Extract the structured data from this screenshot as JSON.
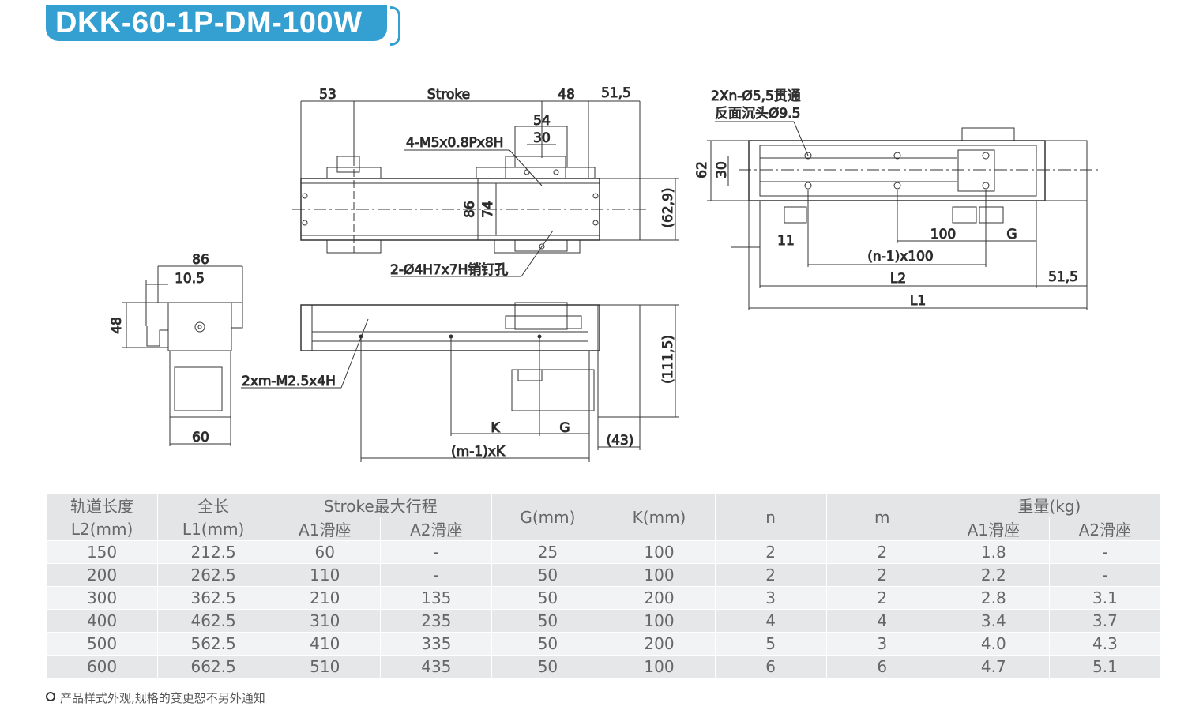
{
  "title": "DKK-60-1P-DM-100W",
  "drawing": {
    "top_view": {
      "d53": "53",
      "stroke": "Stroke",
      "d48": "48",
      "d51_5": "51,5",
      "d54": "54",
      "d30": "30",
      "thread": "4-M5x0.8Px8H",
      "d86": "86",
      "d74": "74",
      "d62_9": "(62,9)",
      "pin": "2-Ø4H7x7H销钉孔"
    },
    "end_view": {
      "d86": "86",
      "d10_5": "10.5",
      "d48": "48",
      "d60": "60"
    },
    "front_view": {
      "thread": "2xm-M2.5x4H",
      "d111_5": "(111,5)",
      "k": "K",
      "g": "G",
      "d43": "(43)",
      "mk": "(m-1)xK"
    },
    "bottom_view": {
      "holes": "2Xn-Ø5,5贯通",
      "counterbore": "反面沉头Ø9.5",
      "d62": "62",
      "d30": "30",
      "d100": "100",
      "g": "G",
      "d11": "11",
      "n100": "(n-1)x100",
      "l2": "L2",
      "d51_5": "51,5",
      "l1": "L1"
    }
  },
  "table": {
    "header": {
      "l2_top": "轨道长度",
      "l2_bottom": "L2(mm)",
      "l1_top": "全长",
      "l1_bottom": "L1(mm)",
      "stroke": "Stroke最大行程",
      "a1": "A1滑座",
      "a2": "A2滑座",
      "g": "G(mm)",
      "k": "K(mm)",
      "n": "n",
      "m": "m",
      "weight": "重量(kg)",
      "wa1": "A1滑座",
      "wa2": "A2滑座"
    },
    "rows": [
      [
        "150",
        "212.5",
        "60",
        "-",
        "25",
        "100",
        "2",
        "2",
        "1.8",
        "-"
      ],
      [
        "200",
        "262.5",
        "110",
        "-",
        "50",
        "100",
        "2",
        "2",
        "2.2",
        "-"
      ],
      [
        "300",
        "362.5",
        "210",
        "135",
        "50",
        "200",
        "3",
        "2",
        "2.8",
        "3.1"
      ],
      [
        "400",
        "462.5",
        "310",
        "235",
        "50",
        "100",
        "4",
        "4",
        "3.4",
        "3.7"
      ],
      [
        "500",
        "562.5",
        "410",
        "335",
        "50",
        "200",
        "5",
        "3",
        "4.0",
        "4.3"
      ],
      [
        "600",
        "662.5",
        "510",
        "435",
        "50",
        "100",
        "6",
        "6",
        "4.7",
        "5.1"
      ]
    ]
  },
  "note": "产品样式外观,规格的变更恕不另外通知",
  "colors": {
    "accent": "#34a0d2"
  }
}
